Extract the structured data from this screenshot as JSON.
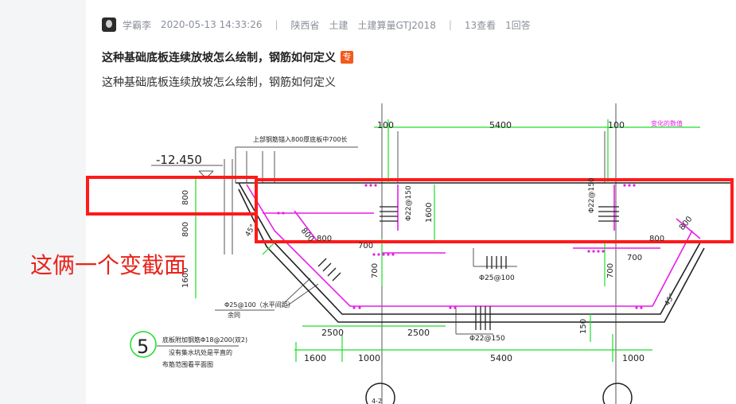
{
  "post": {
    "author": "学霸李",
    "datetime": "2020-05-13 14:33:26",
    "separator": "|",
    "province": "陕西省",
    "category": "土建",
    "software": "土建算量GTJ2018",
    "views": "13查看",
    "answers": "1回答",
    "title": "这种基础底板连续放坡怎么绘制，钢筋如何定义",
    "badge": "专",
    "description": "这种基础底板连续放坡怎么绘制，钢筋如何定义"
  },
  "drawing": {
    "elevation": "-12.450",
    "note_top": "上部钢筋锚入800厚底板中700长",
    "changed_label": "变化的数值",
    "dim_100_left": "100",
    "dim_5400_top": "5400",
    "dim_100_right": "100",
    "dim_800_a": "800",
    "dim_800_b": "800",
    "dim_1600_left": "1600",
    "dim_1600_mid": "1600",
    "dim_800_slope_l": "800",
    "dim_800_bot_l": "800",
    "dim_800_bot_r": "800",
    "dim_800_slope_r": "800",
    "dim_700_a": "700",
    "dim_700_b": "700",
    "dim_700_c": "700",
    "dim_700_d": "700",
    "dim_150": "150",
    "dim_2500_a": "2500",
    "dim_2500_b": "2500",
    "dim_1600_bot": "1600",
    "dim_1000_a": "1000",
    "dim_5400_bot": "5400",
    "dim_1000_b": "1000",
    "rebar_22_150_a": "Φ22@150",
    "rebar_22_150_b": "Φ22@150",
    "rebar_22_150_c": "Φ22@150",
    "rebar_25_100": "Φ25@100",
    "rebar_25_100_note": "Φ25@100（水平间距）",
    "rebar_25_100_sub": "余同",
    "slope_angle_l": "45°",
    "slope_angle_r": "45°",
    "detail_no": "5",
    "detail_note_1": "底板附加钢筋Φ18@200(双2)",
    "detail_note_2": "没有集水坑处是平直的",
    "detail_note_3": "布筋范围看平面图",
    "axis_label": "4-2",
    "accent_red": "#ff1a1a",
    "line_green": "#1fdc2a",
    "line_magenta": "#e61ee6"
  },
  "annotation": {
    "callout": "这俩一个变截面",
    "box_color": "#ff1a1a"
  }
}
